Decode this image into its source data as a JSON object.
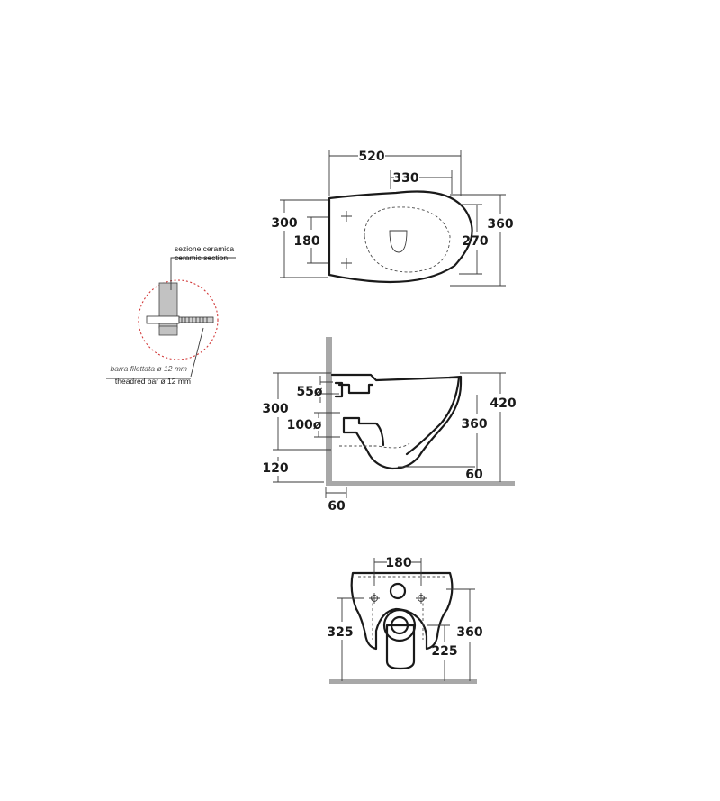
{
  "top_view": {
    "dims": {
      "width_520": "520",
      "width_330": "330",
      "height_300": "300",
      "height_180": "180",
      "height_360": "360",
      "height_270": "270"
    }
  },
  "side_view": {
    "dims": {
      "outlet_55": "55ø",
      "outlet_100": "100ø",
      "h_300": "300",
      "h_120": "120",
      "h_420": "420",
      "h_360": "360",
      "w_60_right": "60",
      "w_60_bottom": "60"
    }
  },
  "detail": {
    "label_ceramic_it": "sezione ceramica",
    "label_ceramic_en": "ceramic section",
    "label_bar_it": "barra filettata ø 12 mm",
    "label_bar_en": "theadred bar ø 12 mm"
  },
  "back_view": {
    "dims": {
      "w_180": "180",
      "h_325": "325",
      "h_360": "360",
      "h_225": "225"
    }
  }
}
